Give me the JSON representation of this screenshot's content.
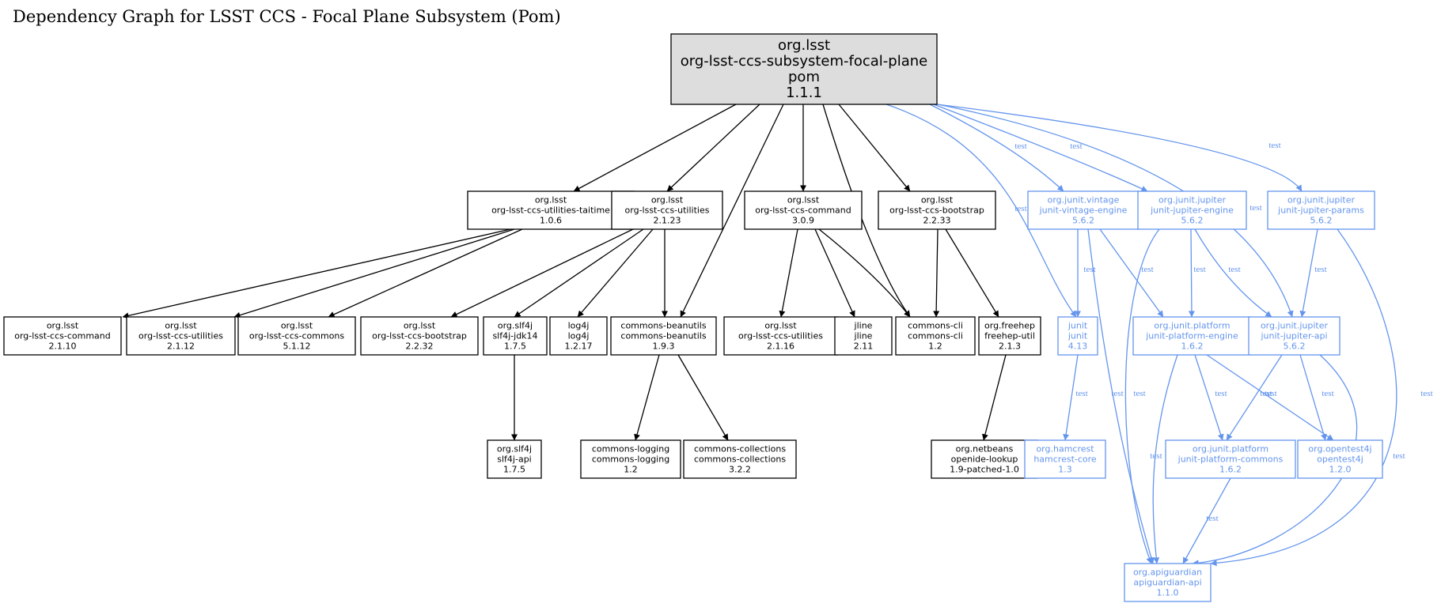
{
  "title": "Dependency Graph for LSST CCS - Focal Plane Subsystem (Pom)",
  "colors": {
    "compile": "#000000",
    "test": "#6495ed",
    "root_fill": "#dddddd"
  },
  "nodes": [
    {
      "id": "root",
      "lines": [
        "org.lsst",
        "org-lsst-ccs-subsystem-focal-plane",
        "pom",
        "1.1.1"
      ],
      "scope": "root"
    },
    {
      "id": "taitime",
      "lines": [
        "org.lsst",
        "org-lsst-ccs-utilities-taitime",
        "1.0.6"
      ],
      "scope": "compile"
    },
    {
      "id": "utilities2123",
      "lines": [
        "org.lsst",
        "org-lsst-ccs-utilities",
        "2.1.23"
      ],
      "scope": "compile"
    },
    {
      "id": "command309",
      "lines": [
        "org.lsst",
        "org-lsst-ccs-command",
        "3.0.9"
      ],
      "scope": "compile"
    },
    {
      "id": "bootstrap2233",
      "lines": [
        "org.lsst",
        "org-lsst-ccs-bootstrap",
        "2.2.33"
      ],
      "scope": "compile"
    },
    {
      "id": "vintage",
      "lines": [
        "org.junit.vintage",
        "junit-vintage-engine",
        "5.6.2"
      ],
      "scope": "test"
    },
    {
      "id": "jupiterengine",
      "lines": [
        "org.junit.jupiter",
        "junit-jupiter-engine",
        "5.6.2"
      ],
      "scope": "test"
    },
    {
      "id": "jupiterparams",
      "lines": [
        "org.junit.jupiter",
        "junit-jupiter-params",
        "5.6.2"
      ],
      "scope": "test"
    },
    {
      "id": "command2110",
      "lines": [
        "org.lsst",
        "org-lsst-ccs-command",
        "2.1.10"
      ],
      "scope": "compile"
    },
    {
      "id": "utilities2112",
      "lines": [
        "org.lsst",
        "org-lsst-ccs-utilities",
        "2.1.12"
      ],
      "scope": "compile"
    },
    {
      "id": "commons5112",
      "lines": [
        "org.lsst",
        "org-lsst-ccs-commons",
        "5.1.12"
      ],
      "scope": "compile"
    },
    {
      "id": "bootstrap2232",
      "lines": [
        "org.lsst",
        "org-lsst-ccs-bootstrap",
        "2.2.32"
      ],
      "scope": "compile"
    },
    {
      "id": "slf4jjdk",
      "lines": [
        "org.slf4j",
        "slf4j-jdk14",
        "1.7.5"
      ],
      "scope": "compile"
    },
    {
      "id": "log4j",
      "lines": [
        "log4j",
        "log4j",
        "1.2.17"
      ],
      "scope": "compile"
    },
    {
      "id": "beanutils",
      "lines": [
        "commons-beanutils",
        "commons-beanutils",
        "1.9.3"
      ],
      "scope": "compile"
    },
    {
      "id": "utilities2116",
      "lines": [
        "org.lsst",
        "org-lsst-ccs-utilities",
        "2.1.16"
      ],
      "scope": "compile"
    },
    {
      "id": "jline",
      "lines": [
        "jline",
        "jline",
        "2.11"
      ],
      "scope": "compile"
    },
    {
      "id": "commonscli",
      "lines": [
        "commons-cli",
        "commons-cli",
        "1.2"
      ],
      "scope": "compile"
    },
    {
      "id": "freehep",
      "lines": [
        "org.freehep",
        "freehep-util",
        "2.1.3"
      ],
      "scope": "compile"
    },
    {
      "id": "junit",
      "lines": [
        "junit",
        "junit",
        "4.13"
      ],
      "scope": "test"
    },
    {
      "id": "platformengine",
      "lines": [
        "org.junit.platform",
        "junit-platform-engine",
        "1.6.2"
      ],
      "scope": "test"
    },
    {
      "id": "jupiterapi",
      "lines": [
        "org.junit.jupiter",
        "junit-jupiter-api",
        "5.6.2"
      ],
      "scope": "test"
    },
    {
      "id": "slf4japi",
      "lines": [
        "org.slf4j",
        "slf4j-api",
        "1.7.5"
      ],
      "scope": "compile"
    },
    {
      "id": "logging",
      "lines": [
        "commons-logging",
        "commons-logging",
        "1.2"
      ],
      "scope": "compile"
    },
    {
      "id": "collections",
      "lines": [
        "commons-collections",
        "commons-collections",
        "3.2.2"
      ],
      "scope": "compile"
    },
    {
      "id": "openide",
      "lines": [
        "org.netbeans",
        "openide-lookup",
        "1.9-patched-1.0"
      ],
      "scope": "compile"
    },
    {
      "id": "hamcrest",
      "lines": [
        "org.hamcrest",
        "hamcrest-core",
        "1.3"
      ],
      "scope": "test"
    },
    {
      "id": "platformcommons",
      "lines": [
        "org.junit.platform",
        "junit-platform-commons",
        "1.6.2"
      ],
      "scope": "test"
    },
    {
      "id": "opentest4j",
      "lines": [
        "org.opentest4j",
        "opentest4j",
        "1.2.0"
      ],
      "scope": "test"
    },
    {
      "id": "apiguardian",
      "lines": [
        "org.apiguardian",
        "apiguardian-api",
        "1.1.0"
      ],
      "scope": "test"
    }
  ],
  "edges": [
    {
      "from": "root",
      "to": "taitime",
      "label": ""
    },
    {
      "from": "root",
      "to": "utilities2123",
      "label": ""
    },
    {
      "from": "root",
      "to": "beanutils",
      "label": ""
    },
    {
      "from": "root",
      "to": "command309",
      "label": ""
    },
    {
      "from": "root",
      "to": "commonscli",
      "label": ""
    },
    {
      "from": "root",
      "to": "bootstrap2233",
      "label": ""
    },
    {
      "from": "root",
      "to": "junit",
      "label": "test"
    },
    {
      "from": "root",
      "to": "vintage",
      "label": "test"
    },
    {
      "from": "root",
      "to": "jupiterengine",
      "label": "test"
    },
    {
      "from": "root",
      "to": "jupiterapi",
      "label": "test"
    },
    {
      "from": "root",
      "to": "jupiterparams",
      "label": "test"
    },
    {
      "from": "taitime",
      "to": "command2110",
      "label": ""
    },
    {
      "from": "taitime",
      "to": "utilities2112",
      "label": ""
    },
    {
      "from": "taitime",
      "to": "commons5112",
      "label": ""
    },
    {
      "from": "utilities2123",
      "to": "bootstrap2232",
      "label": ""
    },
    {
      "from": "utilities2123",
      "to": "slf4jjdk",
      "label": ""
    },
    {
      "from": "utilities2123",
      "to": "log4j",
      "label": ""
    },
    {
      "from": "utilities2123",
      "to": "beanutils",
      "label": ""
    },
    {
      "from": "command309",
      "to": "utilities2116",
      "label": ""
    },
    {
      "from": "command309",
      "to": "jline",
      "label": ""
    },
    {
      "from": "command309",
      "to": "commonscli",
      "label": ""
    },
    {
      "from": "bootstrap2233",
      "to": "commonscli",
      "label": ""
    },
    {
      "from": "bootstrap2233",
      "to": "freehep",
      "label": ""
    },
    {
      "from": "slf4jjdk",
      "to": "slf4japi",
      "label": ""
    },
    {
      "from": "beanutils",
      "to": "logging",
      "label": ""
    },
    {
      "from": "beanutils",
      "to": "collections",
      "label": ""
    },
    {
      "from": "freehep",
      "to": "openide",
      "label": ""
    },
    {
      "from": "vintage",
      "to": "junit",
      "label": "test"
    },
    {
      "from": "vintage",
      "to": "platformengine",
      "label": "test"
    },
    {
      "from": "vintage",
      "to": "apiguardian",
      "label": "test"
    },
    {
      "from": "jupiterengine",
      "to": "platformengine",
      "label": "test"
    },
    {
      "from": "jupiterengine",
      "to": "jupiterapi",
      "label": "test"
    },
    {
      "from": "jupiterengine",
      "to": "apiguardian",
      "label": "test"
    },
    {
      "from": "jupiterparams",
      "to": "jupiterapi",
      "label": "test"
    },
    {
      "from": "jupiterparams",
      "to": "apiguardian",
      "label": "test"
    },
    {
      "from": "junit",
      "to": "hamcrest",
      "label": "test"
    },
    {
      "from": "platformengine",
      "to": "platformcommons",
      "label": "test"
    },
    {
      "from": "platformengine",
      "to": "opentest4j",
      "label": "test"
    },
    {
      "from": "platformengine",
      "to": "apiguardian",
      "label": "test"
    },
    {
      "from": "jupiterapi",
      "to": "platformcommons",
      "label": "test"
    },
    {
      "from": "jupiterapi",
      "to": "opentest4j",
      "label": "test"
    },
    {
      "from": "jupiterapi",
      "to": "apiguardian",
      "label": "test"
    },
    {
      "from": "platformcommons",
      "to": "apiguardian",
      "label": "test"
    }
  ]
}
